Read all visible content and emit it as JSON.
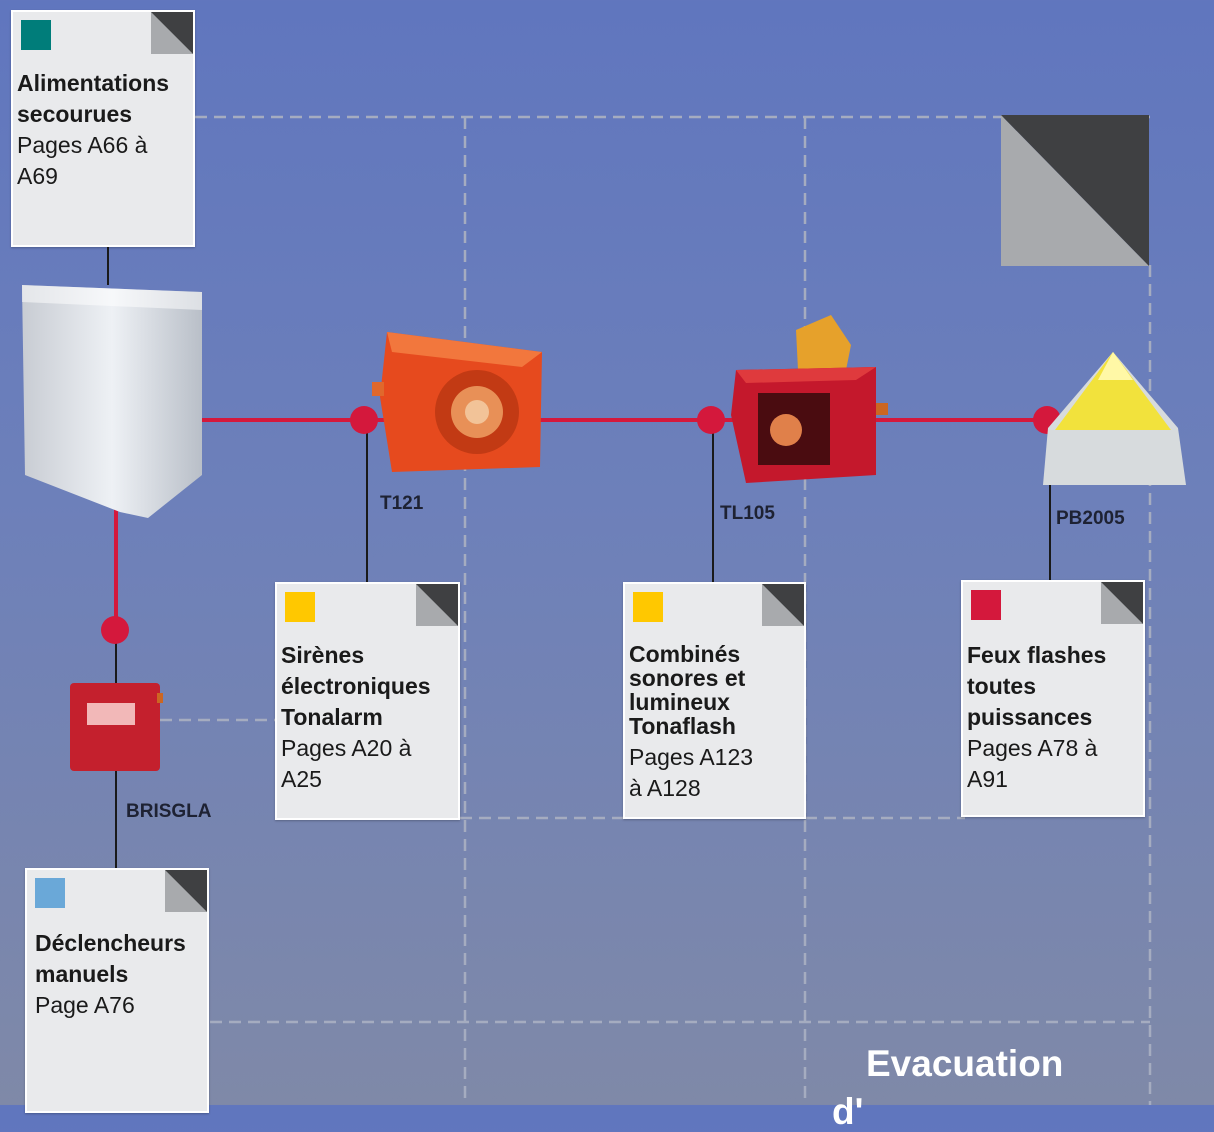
{
  "cards": [
    {
      "title": "Alimentations secourues",
      "pages": "Pages A66 à A69",
      "color": "#007d7a"
    },
    {
      "title": "Sirènes électroniques Tonalarm",
      "pages": "Pages A20 à A25",
      "color": "#ffc800"
    },
    {
      "title": "Combinés sonores et lumineux Tonaflash",
      "pages": "Pages A123 à A128",
      "color": "#ffc800"
    },
    {
      "title": "Feux flashes toutes puissances",
      "pages": "Pages A78 à A91",
      "color": "#d4183c"
    },
    {
      "title": "Déclencheurs manuels",
      "pages": "Page A76",
      "color": "#6aa8d8"
    }
  ],
  "devices": {
    "t121": "T121",
    "tl105": "TL105",
    "pb2005": "PB2005",
    "brisgla": "BRISGLA"
  },
  "footer": {
    "line1": "Evacuation",
    "line2": "d'"
  },
  "colors": {
    "wire": "#d4183c",
    "line": "#1a1a1a",
    "grid": "#a5acc0"
  }
}
